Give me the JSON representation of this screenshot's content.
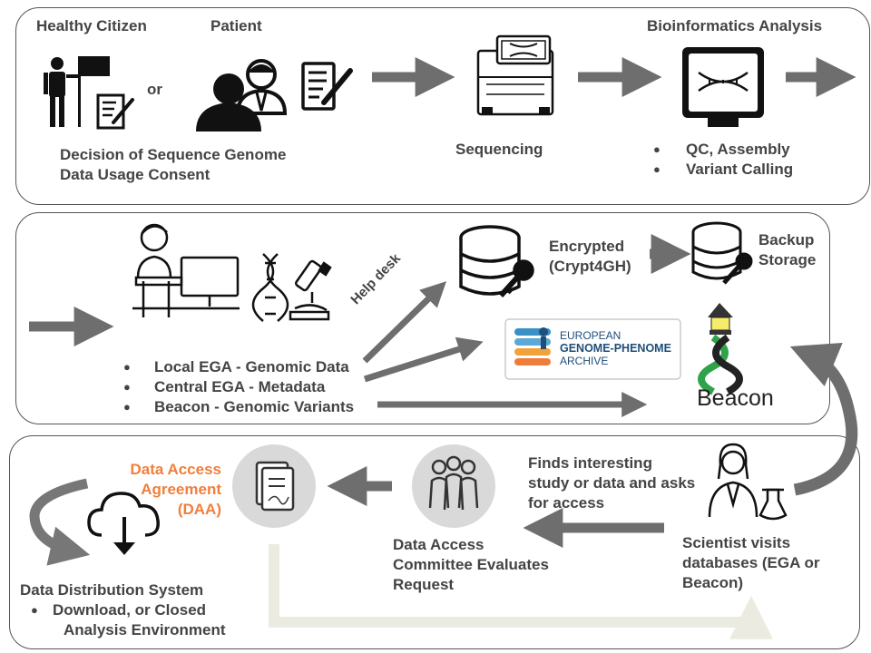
{
  "panel1": {
    "healthy_citizen": "Healthy Citizen",
    "patient": "Patient",
    "or": "or",
    "consent_line1": "Decision of Sequence Genome",
    "consent_line2": "Data Usage Consent",
    "sequencing": "Sequencing",
    "bioinformatics": "Bioinformatics Analysis",
    "bullets": [
      "QC, Assembly",
      "Variant Calling"
    ]
  },
  "panel2": {
    "bullets": [
      "Local EGA - Genomic Data",
      "Central EGA - Metadata",
      "Beacon - Genomic Variants"
    ],
    "help_desk": "Help desk",
    "encrypted_line1": "Encrypted",
    "encrypted_line2": "(Crypt4GH)",
    "backup_line1": "Backup",
    "backup_line2": "Storage",
    "ega_logo": [
      "EUROPEAN",
      "GENOME-PHENOME",
      "ARCHIVE"
    ],
    "beacon_logo": "Beacon"
  },
  "panel3": {
    "daa_line1": "Data Access",
    "daa_line2": "Agreement",
    "daa_line3": "(DAA)",
    "finds_line1": "Finds interesting",
    "finds_line2": "study or data and asks",
    "finds_line3": "for access",
    "committee_line1": "Data Access",
    "committee_line2": "Committee Evaluates",
    "committee_line3": "Request",
    "scientist_line1": "Scientist visits",
    "scientist_line2": "databases (EGA or",
    "scientist_line3": "Beacon)",
    "distribution_title": "Data Distribution System",
    "distribution_line1": "Download, or Closed",
    "distribution_line2": "Analysis Environment"
  },
  "colors": {
    "arrow": "#6e6e6e",
    "border": "#555555",
    "accent": "#f07f3c",
    "beige": "#ecebe1",
    "icon_bg": "#d9d9d9"
  }
}
